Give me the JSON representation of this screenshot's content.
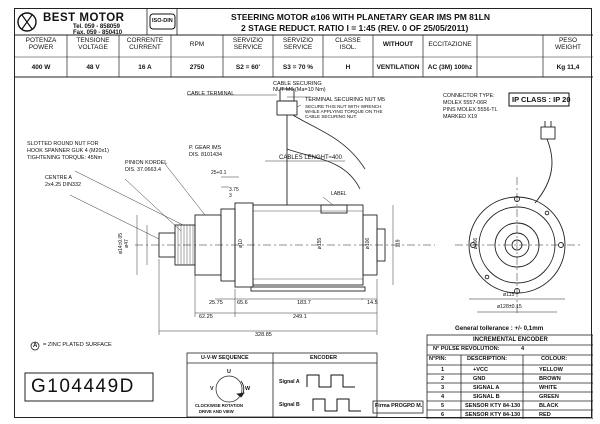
{
  "company": {
    "name": "BEST MOTOR",
    "tel": "Tel. 059 - 858059",
    "fax": "Fax. 059 - 850410",
    "iso": "ISO-DIN"
  },
  "title": {
    "line1": "STEERING MOTOR ø106 WITH PLANETARY GEAR IMS PM 81LN",
    "line2": "2 STAGE REDUCT. RATIO I = 1:45 (REV. 0 OF 25/05/2011)"
  },
  "specs": {
    "headers": [
      [
        "POTENZA",
        "POWER"
      ],
      [
        "TENSIONE",
        "VOLTAGE"
      ],
      [
        "CORRENTE",
        "CURRENT"
      ],
      [
        "RPM",
        ""
      ],
      [
        "SERVIZIO",
        "SERVICE"
      ],
      [
        "SERVIZIO",
        "SERVICE"
      ],
      [
        "CLASSE",
        "ISOL."
      ],
      [
        "WITHOUT",
        ""
      ],
      [
        "ECCITAZIONE",
        ""
      ],
      [
        "PESO",
        "WEIGHT"
      ]
    ],
    "values": [
      "400 W",
      "48 V",
      "16 A",
      "2750",
      "S2 = 60'",
      "S3 = 70 %",
      "H",
      "VENTILATION",
      "AC (3M) 100hz",
      "Kg 11,4"
    ]
  },
  "notes": {
    "cable_securing": "CABLE SECURING",
    "cable_securing_nut": "NUT M6 (Ma=10 Nm)",
    "cable_terminal": "CABLE TERMINAL",
    "terminal_nut": "TERMINAL SECURING NUT M5",
    "terminal_nut_note1": "SECURE THIS NUT WITH WRENCH",
    "terminal_nut_note2": "WHILE APPLYING TORQUE ON THE",
    "terminal_nut_note3": "CABLE SECURING NUT.",
    "cables_length": "CABLES LENGHT≈400",
    "connector_type": "CONNECTOR TYPE:",
    "connector_molex": "MOLEX 5557-06R",
    "connector_pins": "PINS MOLEX 5556-TL",
    "connector_marked": "MARKED X19",
    "ip_class": "IP CLASS : IP 20",
    "slotted_nut1": "SLOTTED ROUND NUT FOR",
    "slotted_nut2": "HOOK SPANNER GUK 4 (M20x1)",
    "slotted_nut3": "TIGHTENING TORQUE: 45Nm",
    "pinion1": "PINION KORDEL",
    "pinion2": "DIS. 37.0663.4",
    "gear1": "P. GEAR IMS",
    "gear2": "DIS. 8101434",
    "centre1": "CENTRE A",
    "centre2": "2x4.25 DIN332",
    "label": "LABEL",
    "zinc": "= ZINC PLATED SURFACE",
    "zinc_mark": "A",
    "tolerance": "General tollerance : +/- 0,1mm"
  },
  "dims": {
    "d1": "328.85",
    "d2": "249.1",
    "d3": "62.25",
    "d4": "65.6",
    "d5": "25.75",
    "d6": "183.7",
    "d7": "14.5",
    "d8": "3.75",
    "d9": "3",
    "d10": "25+0.1",
    "d11": "ø155",
    "d12": "ø106",
    "d13": "ø128±0.15",
    "d14": "ø115",
    "d15": "119",
    "d16": "ø106",
    "d17": "ø47",
    "d18": "ø10",
    "d19": "ø14±0.05"
  },
  "uvw": {
    "title": "U-V-W SEQUENCE",
    "u": "U",
    "v": "V",
    "w": "W",
    "note1": "CLOCKWISE ROTATION",
    "note2": "DRIVE AND VIEW"
  },
  "encoder": {
    "title": "ENCODER",
    "signal_a": "Signal A",
    "signal_b": "Signal B",
    "table_title": "INCREMENTAL ENCODER",
    "pulse_label": "N° PULSE REVOLUTION:",
    "pulse_value": "4",
    "col_pin": "N°PIN:",
    "col_desc": "DESCRIPTION:",
    "col_colour": "COLOUR:",
    "rows": [
      {
        "pin": "1",
        "desc": "+VCC",
        "colour": "YELLOW"
      },
      {
        "pin": "2",
        "desc": "GND",
        "colour": "BROWN"
      },
      {
        "pin": "3",
        "desc": "SIGNAL A",
        "colour": "WHITE"
      },
      {
        "pin": "4",
        "desc": "SIGNAL B",
        "colour": "GREEN"
      },
      {
        "pin": "5",
        "desc": "SENSOR KTY 84-130",
        "colour": "BLACK"
      },
      {
        "pin": "6",
        "desc": "SENSOR KTY 84-130",
        "colour": "RED"
      }
    ]
  },
  "drawing_number": "G104449D",
  "firma_label": "Firma PROG. :",
  "firma_value": "PO M."
}
